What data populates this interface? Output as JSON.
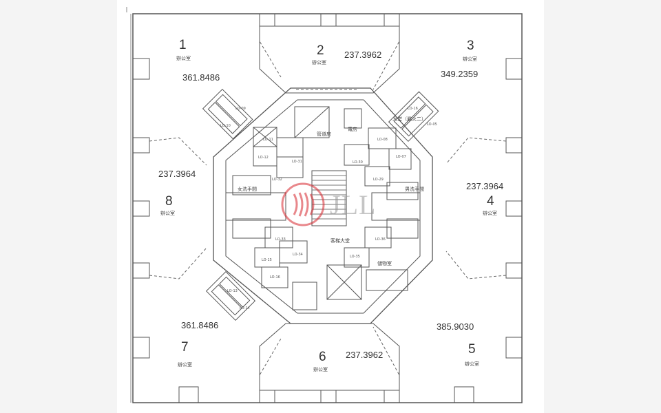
{
  "watermark": {
    "brand_text": "JLL",
    "accent_color": "#d7262e",
    "icon": "jll-logo-icon"
  },
  "units": [
    {
      "number": "1",
      "area": "361.8486",
      "caption": "辦公室"
    },
    {
      "number": "2",
      "area": "237.3962",
      "caption": "辦公室"
    },
    {
      "number": "3",
      "area": "349.2359",
      "caption": "辦公室"
    },
    {
      "number": "4",
      "area": "237.3964",
      "caption": "辦公室"
    },
    {
      "number": "5",
      "area": "385.9030",
      "caption": "辦公室"
    },
    {
      "number": "6",
      "area": "237.3962",
      "caption": "辦公室"
    },
    {
      "number": "7",
      "area": "361.8486",
      "caption": "辦公室"
    },
    {
      "number": "8",
      "area": "237.3964",
      "caption": "辦公室"
    }
  ],
  "core_labels": {
    "elec_room": "電房",
    "machine_room": "管道房",
    "store_room": "儲物室",
    "ladies_wc": "女洗手間",
    "gents_wc": "男洗手間",
    "refuge_lobby": "大堂（避火二）",
    "lift_lobby": "客梯大堂"
  },
  "lifts": [
    "LO-09",
    "LO-10",
    "LO-11",
    "LO-12",
    "LO-31",
    "LO-32",
    "LO-08",
    "LO-07",
    "LO-30",
    "LO-29",
    "LO-16",
    "LO-05",
    "LO-33",
    "LO-15",
    "LO-34",
    "LO-16",
    "LO-36",
    "LO-35",
    "LO-13",
    "LO-14"
  ]
}
